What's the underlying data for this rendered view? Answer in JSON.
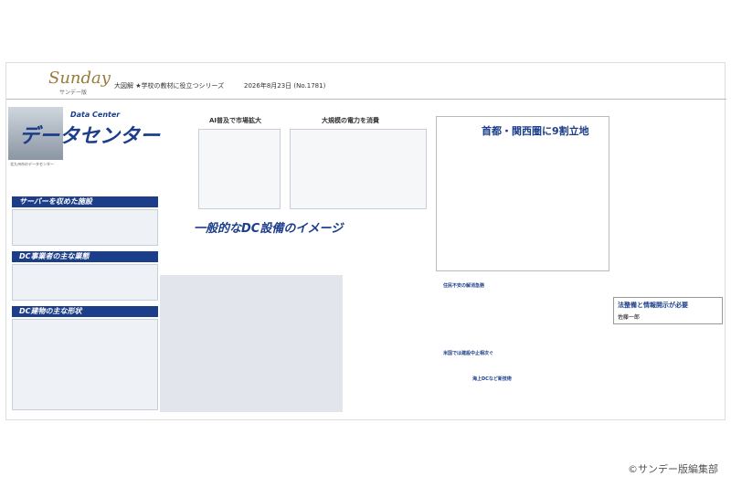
{
  "header": {
    "logo": "Sunday",
    "logo_sub": "サンデー版",
    "series": "大図解 ★学校の教材に役立つシリーズ",
    "issue": "2026年8月23日 (No.1781)"
  },
  "main": {
    "kicker": "Data Center",
    "title": "データセンター",
    "photo_caption": "北九州市のデータセンター",
    "sections": {
      "servers": "サーバーを収めた施設",
      "business": "DC事業者の主な業態",
      "shapes": "DC建物の主な形状",
      "image": "一般的なDC設備のイメージ",
      "market": "AI普及で市場拡大",
      "power": "大規模の電力を消費",
      "regional": "首都・関西圏に9割立地",
      "usage": "住民不安の解消急務",
      "us": "米国では建設中止相次ぐ",
      "overseas": "海上DCなど新技術",
      "expert_title": "法整備と情報開示が必要"
    },
    "author": "佐藤一郎",
    "credit": "©サンデー版編集部"
  }
}
